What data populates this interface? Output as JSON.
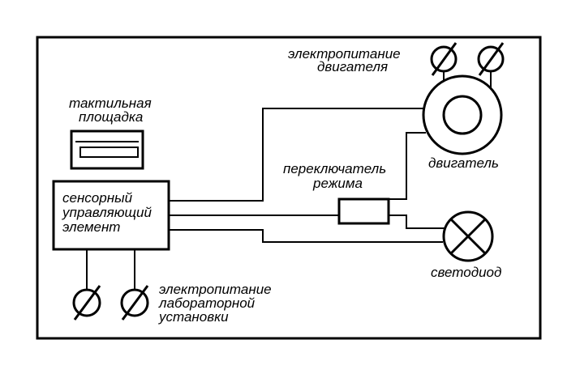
{
  "labels": {
    "motor_power": [
      "электропитание",
      "двигателя"
    ],
    "tactile_pad": [
      "тактильная",
      "площадка"
    ],
    "mode_switch": [
      "переключатель",
      "режима"
    ],
    "motor": "двигатель",
    "sensor_unit": [
      "сенсорный",
      "управляющий",
      "элемент"
    ],
    "lab_power": [
      "электропитание",
      "лабораторной",
      "установки"
    ],
    "led": "светодиод"
  },
  "icons": {
    "terminal": "terminal-icon",
    "motor": "motor-icon",
    "led": "led-lamp-icon",
    "switch": "switch-icon"
  }
}
